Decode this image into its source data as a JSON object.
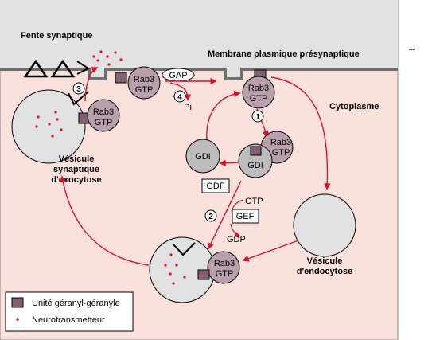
{
  "labels": {
    "synaptic_cleft": "Fente synaptique",
    "presynaptic_membrane": "Membrane plasmique présynaptique",
    "cytoplasm": "Cytoplasme",
    "exocytosis_vesicle_line1": "Vésicule",
    "exocytosis_vesicle_line2": "synaptique",
    "exocytosis_vesicle_line3": "d'exocytose",
    "endocytosis_vesicle_line1": "Vésicule",
    "endocytosis_vesicle_line2": "d'endocytose"
  },
  "proteins": {
    "rab3": "Rab3",
    "gtp": "GTP",
    "gdi": "GDI",
    "gdf": "GDF",
    "gef": "GEF",
    "gap": "GAP"
  },
  "molecules": {
    "pi": "Pi",
    "gtp": "GTP",
    "gdp": "GDP"
  },
  "steps": [
    "1",
    "2",
    "3",
    "4"
  ],
  "legend": {
    "geranyl": "Unité géranyl-géranyle",
    "neurotransmitter": "Neurotransmetteur"
  },
  "colors": {
    "extracellular": "#e2e2e2",
    "cytoplasm": "#fbe1dc",
    "vesicle_fill": "#e1e1e1",
    "rab3_fill": "#b8a0ac",
    "gdi_fill": "#bcbcbc",
    "geranyl_fill": "#806070",
    "arrow": "#d8112b",
    "neurotransmitter": "#d8112b"
  }
}
